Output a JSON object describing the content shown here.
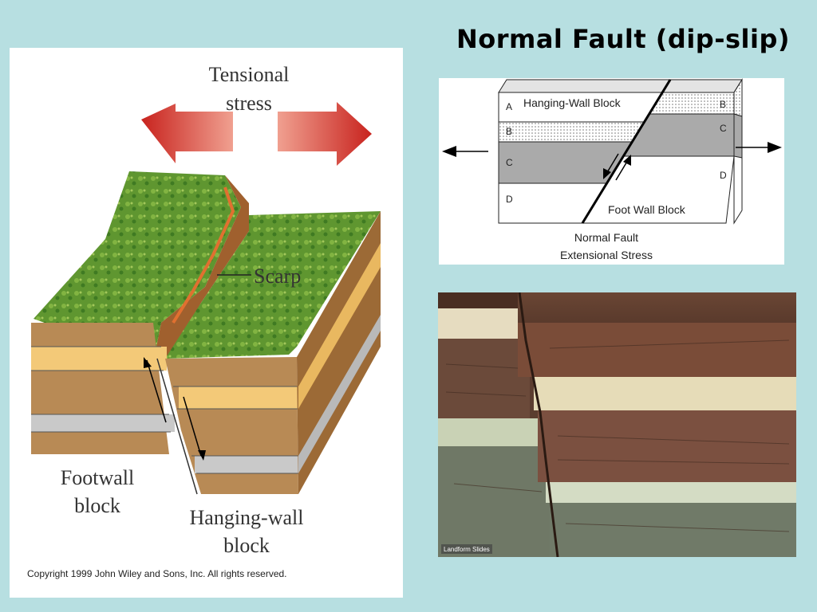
{
  "slide": {
    "title": "Normal Fault (dip-slip)"
  },
  "block_diagram": {
    "stress_label_line1": "Tensional",
    "stress_label_line2": "stress",
    "scarp_label": "Scarp",
    "footwall_line1": "Footwall",
    "footwall_line2": "block",
    "hangingwall_line1": "Hanging-wall",
    "hangingwall_line2": "block",
    "copyright": "Copyright 1999 John Wiley and Sons, Inc. All rights reserved."
  },
  "schematic": {
    "hanging_wall_label": "Hanging-Wall Block",
    "foot_wall_label": "Foot Wall Block",
    "layer_a": "A",
    "layer_b_left": "B",
    "layer_c_left": "C",
    "layer_d_left": "D",
    "layer_b_right": "B",
    "layer_c_right": "C",
    "layer_d_right": "D",
    "caption_line1": "Normal Fault",
    "caption_line2": "Extensional Stress"
  },
  "photo": {
    "credit": "Landform Slides"
  },
  "colors": {
    "background": "#b7dfe1",
    "arrow_red": "#d9332c",
    "grass": "#5a8f2c",
    "soil": "#b98a55"
  }
}
